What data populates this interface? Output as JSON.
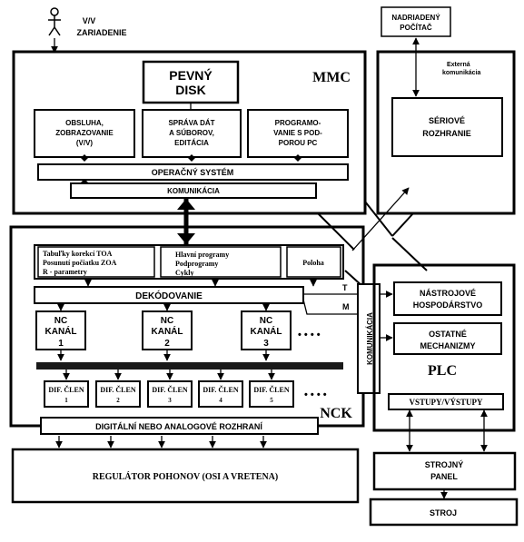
{
  "top": {
    "io_devices_line1": "V/V",
    "io_devices_line2": "ZARIADENIE",
    "host_line1": "NADRIADENÝ",
    "host_line2": "POČÍTAČ"
  },
  "mmc": {
    "title": "MMC",
    "disk_line1": "PEVNÝ",
    "disk_line2": "DISK",
    "ui_line1": "OBSLUHA,",
    "ui_line2": "ZOBRAZOVANIE",
    "ui_line3": "(V/V)",
    "data_line1": "SPRÁVA DÁT",
    "data_line2": "A SÚBOROV,",
    "data_line3": "EDITÁCIA",
    "prog_line1": "PROGRAMO-",
    "prog_line2": "VANIE S POD-",
    "prog_line3": "POROU PC",
    "os": "OPERAČNÝ SYSTÉM",
    "comm": "KOMUNIKÁCIA"
  },
  "serial": {
    "ext_line1": "Externá",
    "ext_line2": "komunikácia",
    "line1": "SÉRIOVÉ",
    "line2": "ROZHRANIE"
  },
  "nck": {
    "title": "NCK",
    "tables_line1": "Tabuľky korekcí TOA",
    "tables_line2": "Posunutí počiatku ZOA",
    "tables_line3": "R - parametry",
    "programs_line1": "Hlavní programy",
    "programs_line2": "Podprogramy",
    "programs_line3": "Cykly",
    "position": "Poloha",
    "decoding": "DEKÓDOVANIE",
    "channel_word1": "NC",
    "channel_word2": "KANÁL",
    "channels": [
      "1",
      "2",
      "3"
    ],
    "diff_label": "DIF. ČLEN",
    "diffs": [
      "1",
      "2",
      "3",
      "4",
      "5"
    ],
    "dots": "• • • •",
    "interface": "DIGITÁLNÍ NEBO ANALOGOVÉ ROZHRANÍ",
    "comm_vertical": "KOMUNIKÁCIA",
    "t_label": "T",
    "m_label": "M"
  },
  "plc": {
    "title": "PLC",
    "tool_line1": "NÁSTROJOVÉ",
    "tool_line2": "HOSPODÁRSTVO",
    "other_line1": "OSTATNÉ",
    "other_line2": "MECHANIZMY",
    "io": "VSTUPY/VÝSTUPY"
  },
  "bottom": {
    "drives": "REGULÁTOR POHONOV (OSI A VRETENA)",
    "panel_line1": "STROJNÝ",
    "panel_line2": "PANEL",
    "machine": "STROJ"
  }
}
